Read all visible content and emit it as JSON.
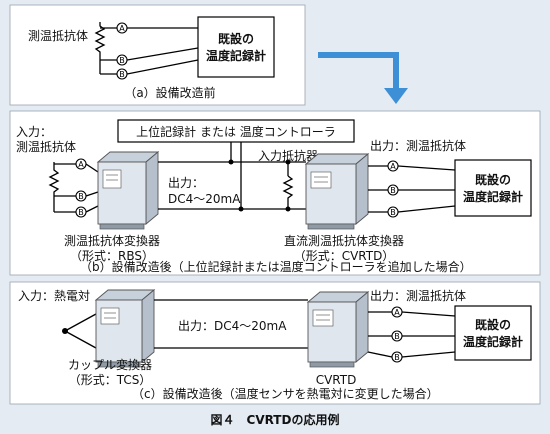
{
  "panel_a": {
    "sensor_label": "測温抵抗体",
    "recorder": [
      "既設の",
      "温度記録計"
    ],
    "caption": "（a）設備改造前"
  },
  "panel_b": {
    "upper_box": "上位記録計 または 温度コントローラ",
    "input_label": [
      "入力：",
      "測温抵抗体"
    ],
    "device1": [
      "測温抵抗体変換器",
      "（形式：RBS）"
    ],
    "output_signal": [
      "出力：",
      "DC4～20mA"
    ],
    "input_resistor": "入力抵抗器",
    "device2": [
      "直流測温抵抗体変換器",
      "（形式：CVRTD）"
    ],
    "output_label": "出力：測温抵抗体",
    "recorder": [
      "既設の",
      "温度記録計"
    ],
    "caption": "（b）設備改造後（上位記録計または温度コントローラを追加した場合）"
  },
  "panel_c": {
    "input_label": "入力：熱電対",
    "device1": [
      "カップル変換器",
      "（形式：TCS）"
    ],
    "output_signal": "出力：DC4～20mA",
    "device2": "CVRTD",
    "output_label": "出力：測温抵抗体",
    "recorder": [
      "既設の",
      "温度記録計"
    ],
    "caption": "（c）設備改造後（温度センサを熱電対に変更した場合）"
  },
  "terminals": [
    "A",
    "B",
    "B"
  ],
  "figure_caption": "図４　CVRTDの応用例",
  "colors": {
    "arrow": "#3d8fd6",
    "background": "#e4ebf3"
  }
}
